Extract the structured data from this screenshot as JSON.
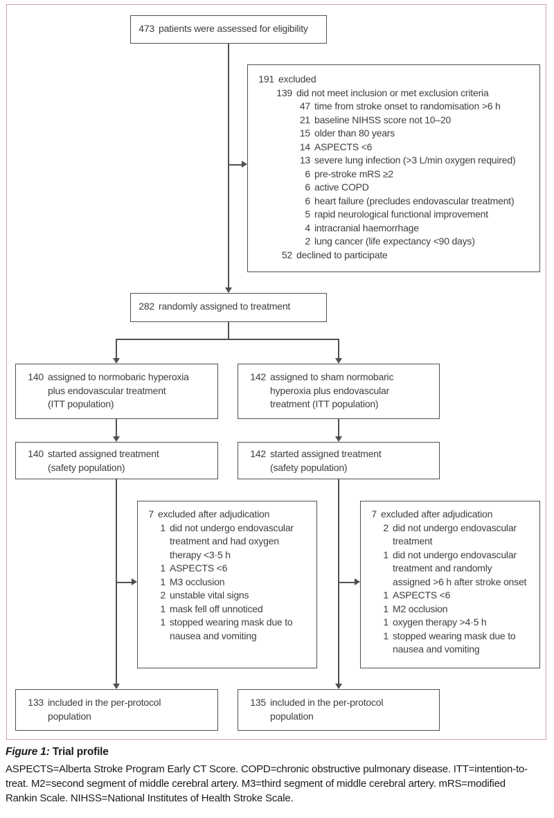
{
  "colors": {
    "frame": "#cfa4af",
    "line": "#4f4f4f",
    "box_border": "#4f4f4f",
    "text": "#3d3d3d",
    "caption": "#1a1a1a",
    "background": "#ffffff"
  },
  "flowchart": {
    "assessed": {
      "n": "473",
      "t": "patients were assessed for eligibility"
    },
    "excluded": {
      "lines": [
        {
          "n": "191",
          "t": "excluded",
          "lv": 0
        },
        {
          "n": "139",
          "t": "did not meet inclusion or met exclusion criteria",
          "lv": 1
        },
        {
          "n": "47",
          "t": "time from stroke onset to randomisation >6 h",
          "lv": 2
        },
        {
          "n": "21",
          "t": "baseline NIHSS score not 10–20",
          "lv": 2
        },
        {
          "n": "15",
          "t": "older than 80 years",
          "lv": 2
        },
        {
          "n": "14",
          "t": "ASPECTS <6",
          "lv": 2
        },
        {
          "n": "13",
          "t": "severe lung infection (>3 L/min oxygen required)",
          "lv": 2
        },
        {
          "n": "6",
          "t": "pre-stroke mRS ≥2",
          "lv": 2
        },
        {
          "n": "6",
          "t": "active COPD",
          "lv": 2
        },
        {
          "n": "6",
          "t": "heart failure (precludes endovascular treatment)",
          "lv": 2
        },
        {
          "n": "5",
          "t": "rapid neurological functional improvement",
          "lv": 2
        },
        {
          "n": "4",
          "t": "intracranial haemorrhage",
          "lv": 2
        },
        {
          "n": "2",
          "t": "lung cancer (life expectancy <90 days)",
          "lv": 2
        },
        {
          "n": "52",
          "t": "declined to participate",
          "lv": 1
        }
      ]
    },
    "randomised": {
      "n": "282",
      "t": "randomly assigned to treatment"
    },
    "itt_left": {
      "n": "140",
      "t": "assigned to normobaric hyperoxia\nplus endovascular treatment\n(ITT population)"
    },
    "itt_right": {
      "n": "142",
      "t": "assigned to sham normobaric\nhyperoxia plus endovascular\ntreatment (ITT population)"
    },
    "safety_left": {
      "n": "140",
      "t": "started assigned treatment\n(safety population)"
    },
    "safety_right": {
      "n": "142",
      "t": "started assigned treatment\n(safety population)"
    },
    "adjudicated_left": {
      "lines": [
        {
          "n": "7",
          "t": "excluded after adjudication",
          "lv": 0
        },
        {
          "n": "1",
          "t": "did not undergo endovascular\ntreatment and had oxygen\ntherapy <3·5 h",
          "lv": 1
        },
        {
          "n": "1",
          "t": "ASPECTS <6",
          "lv": 1
        },
        {
          "n": "1",
          "t": "M3 occlusion",
          "lv": 1
        },
        {
          "n": "2",
          "t": "unstable vital signs",
          "lv": 1
        },
        {
          "n": "1",
          "t": "mask fell off unnoticed",
          "lv": 1
        },
        {
          "n": "1",
          "t": "stopped wearing mask due to\nnausea and vomiting",
          "lv": 1
        }
      ]
    },
    "adjudicated_right": {
      "lines": [
        {
          "n": "7",
          "t": "excluded after adjudication",
          "lv": 0
        },
        {
          "n": "2",
          "t": "did not undergo endovascular\ntreatment",
          "lv": 1
        },
        {
          "n": "1",
          "t": "did not undergo endovascular\ntreatment and randomly\nassigned >6 h after stroke onset",
          "lv": 1
        },
        {
          "n": "1",
          "t": "ASPECTS <6",
          "lv": 1
        },
        {
          "n": "1",
          "t": "M2 occlusion",
          "lv": 1
        },
        {
          "n": "1",
          "t": "oxygen therapy >4·5 h",
          "lv": 1
        },
        {
          "n": "1",
          "t": "stopped wearing mask due to\nnausea and vomiting",
          "lv": 1
        }
      ]
    },
    "pp_left": {
      "n": "133",
      "t": "included in the per-protocol\npopulation"
    },
    "pp_right": {
      "n": "135",
      "t": "included in the per-protocol\npopulation"
    }
  },
  "caption": {
    "label": "Figure 1:",
    "title": "Trial profile",
    "footnote": "ASPECTS=Alberta Stroke Program Early CT Score. COPD=chronic obstructive pulmonary disease. ITT=intention-to-\ntreat. M2=second segment of middle cerebral artery. M3=third segment of middle cerebral artery. mRS=modified\nRankin Scale. NIHSS=National Institutes of Health Stroke Scale."
  }
}
